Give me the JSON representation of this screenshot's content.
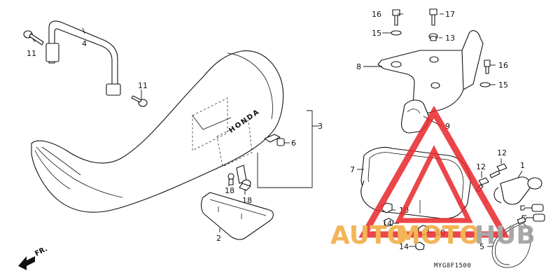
{
  "callouts": {
    "c1": "1",
    "c2": "2",
    "c3": "3",
    "c4": "4",
    "c5": "5",
    "c6": "6",
    "c7": "7",
    "c8": "8",
    "c9": "9",
    "c10a": "10",
    "c10b": "10",
    "c11a": "11",
    "c11b": "11",
    "c12a": "12",
    "c12b": "12",
    "c13": "13",
    "c14a": "14",
    "c14b": "14",
    "c15a": "15",
    "c15b": "15",
    "c16a": "16",
    "c16b": "16",
    "c17": "17",
    "c18a": "18",
    "c18b": "18"
  },
  "seat_brand_text": "HONDA",
  "front_indicator": "FR.",
  "diagram_code": "MYG8F1500",
  "watermark": {
    "prefix": "AUTO",
    "middle": "MOTO",
    "suffix": "HUB",
    "color_orange": "#f2a93b",
    "color_red": "#e8262a",
    "color_gray": "#9a9a9a"
  }
}
